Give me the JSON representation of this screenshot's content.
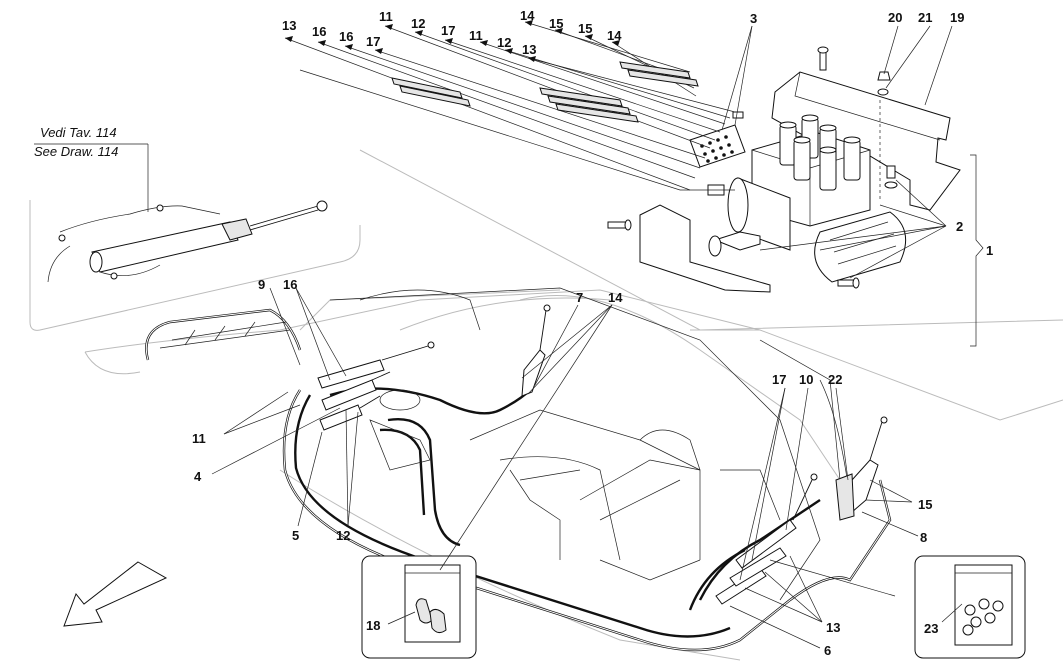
{
  "references": {
    "line1": "Vedi Tav. 114",
    "line2": "See Draw. 114"
  },
  "callouts": {
    "c1": "1",
    "c2": "2",
    "c3": "3",
    "c4": "4",
    "c5": "5",
    "c6": "6",
    "c7": "7",
    "c8": "8",
    "c9": "9",
    "c10": "10",
    "c11_top_a": "11",
    "c11_top_b": "11",
    "c11_left": "11",
    "c12_top_a": "12",
    "c12_top_b": "12",
    "c12_low": "12",
    "c13_top_a": "13",
    "c13_top_b": "13",
    "c13_low": "13",
    "c14_top_a": "14",
    "c14_top_b": "14",
    "c14_mid": "14",
    "c15_top_a": "15",
    "c15_top_b": "15",
    "c15_right": "15",
    "c16_top_a": "16",
    "c16_top_b": "16",
    "c16_mid": "16",
    "c17_top": "17",
    "c17_mid": "17",
    "c18": "18",
    "c19": "19",
    "c20": "20",
    "c21": "21",
    "c22": "22",
    "c23": "23"
  },
  "icons": {
    "direction_arrow": "direction-arrow-icon",
    "kit_bag": "kit-bag-icon"
  },
  "colors": {
    "ink": "#111111",
    "ghost": "#bbbbbb",
    "fill": "#e6e6e6"
  }
}
